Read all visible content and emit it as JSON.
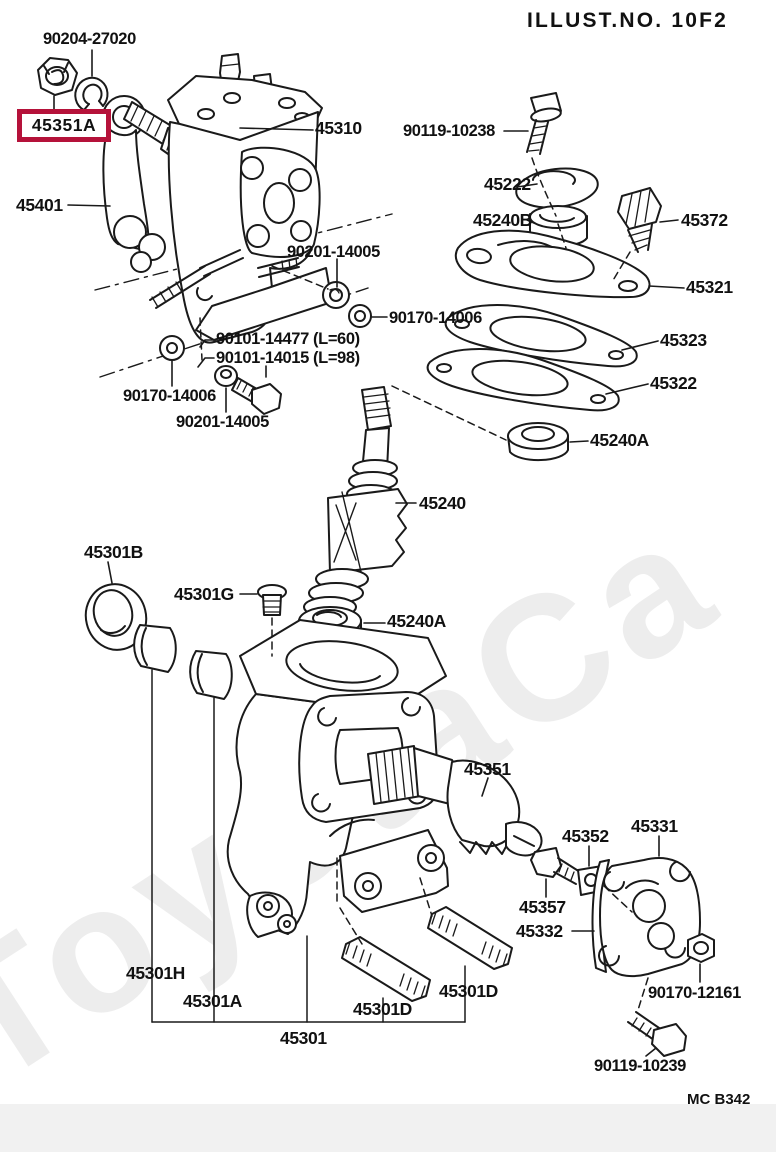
{
  "header": {
    "illust_label": "ILLUST.NO. 10F2"
  },
  "footer": {
    "code": "MC B342"
  },
  "watermark": "ToyotaCa",
  "highlight": {
    "part": "45351A",
    "box_color": "#b5123a"
  },
  "labels": {
    "n90204_27020": "90204-27020",
    "n45351A": "45351A",
    "n45310": "45310",
    "n45401": "45401",
    "n90119_10238": "90119-10238",
    "n45222": "45222",
    "n45240B": "45240B",
    "n45372": "45372",
    "n45321": "45321",
    "n90201_14005_a": "90201-14005",
    "n90170_14006_r": "90170-14006",
    "n45323": "45323",
    "n90101_14477": "90101-14477 (L=60)",
    "n90101_14015": "90101-14015 (L=98)",
    "n45322": "45322",
    "n90170_14006_l": "90170-14006",
    "n90201_14005_b": "90201-14005",
    "n45240A_top": "45240A",
    "n45240": "45240",
    "n45301B": "45301B",
    "n45301G": "45301G",
    "n45240A_bottom": "45240A",
    "n45351": "45351",
    "n45331": "45331",
    "n45352": "45352",
    "n45357": "45357",
    "n45332": "45332",
    "n45301H": "45301H",
    "n90170_12161": "90170-12161",
    "n45301A": "45301A",
    "n45301D_right": "45301D",
    "n45301D_left": "45301D",
    "n45301": "45301",
    "n90119_10239": "90119-10239"
  }
}
